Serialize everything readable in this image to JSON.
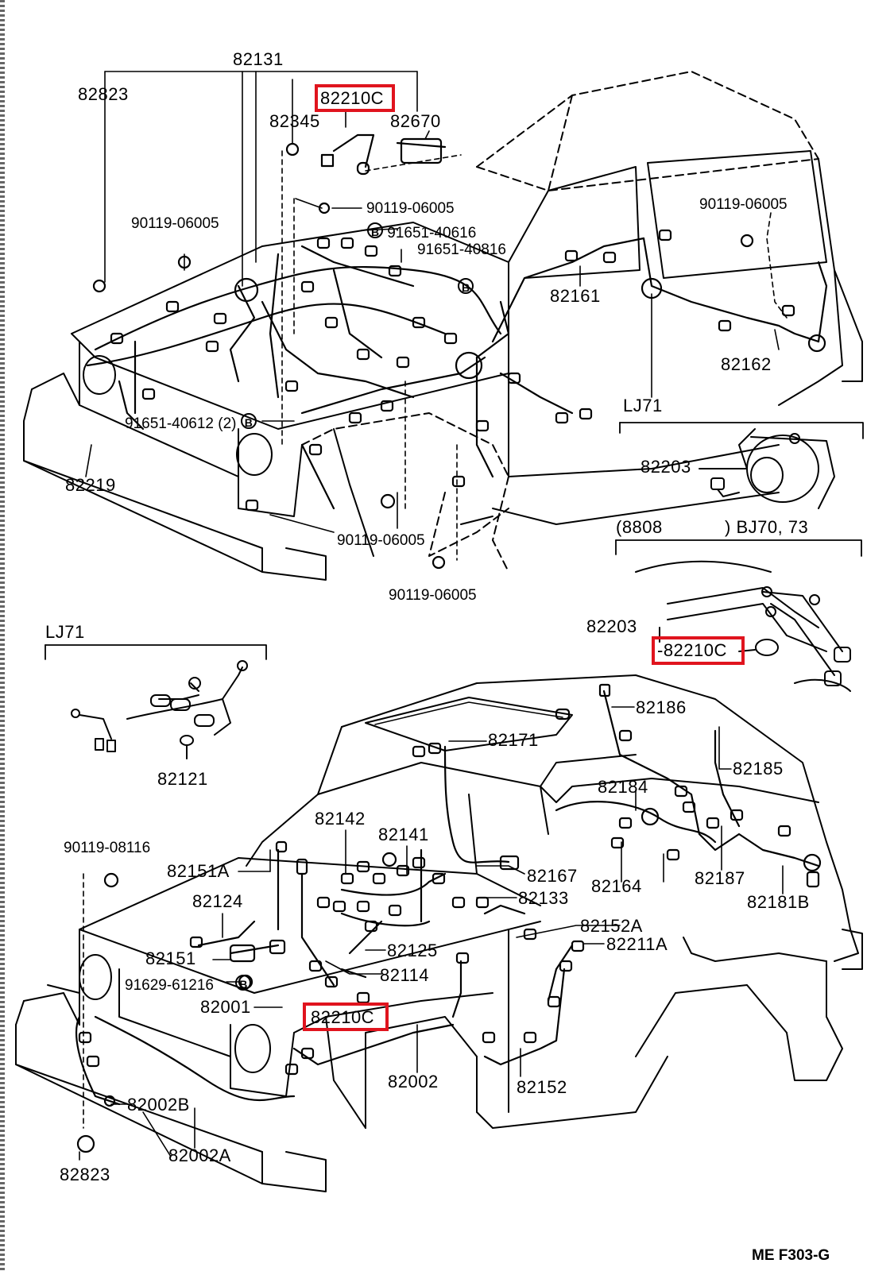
{
  "top": {
    "p82131": "82131",
    "p82823": "82823",
    "p82210C": "82210C",
    "p82345": "82345",
    "p82670": "82670",
    "p90119_a": "90119-06005",
    "p90119_b": "90119-06005",
    "p90119_c": "90119-06005",
    "p90119_d": "90119-06005",
    "p90119_e": "90119-06005",
    "p91651_a": "91651-40616",
    "p91651_b": "91651-40816",
    "p82161": "82161",
    "p82162": "82162",
    "p91651_c": "91651-40612",
    "qty2": "(2)",
    "p82219": "82219",
    "clamp_letter": "B"
  },
  "inset_lj71_right": {
    "title": "LJ71",
    "p82203": "82203"
  },
  "inset_bj": {
    "date_open": "(8808",
    "models": ") BJ70, 73",
    "p82203": "82203",
    "p82210C": "-82210C"
  },
  "inset_lj71_left": {
    "title": "LJ71",
    "p82121": "82121"
  },
  "bottom": {
    "p82186": "82186",
    "p82171": "82171",
    "p82185": "82185",
    "p82184": "82184",
    "p82142": "82142",
    "p82141": "82141",
    "p90119_08116": "90119-08116",
    "p82151A": "82151A",
    "p82167": "82167",
    "p82124": "82124",
    "p82133": "82133",
    "p82164": "82164",
    "p82187": "82187",
    "p82181B": "82181B",
    "p82152A": "82152A",
    "p82211A": "82211A",
    "p82151": "82151",
    "p82125": "82125",
    "p82114": "82114",
    "p91629": "91629-61216",
    "p82001": "82001",
    "p82210C": "82210C",
    "p82002": "82002",
    "p82152": "82152",
    "p82002B": "82002B",
    "p82002A": "82002A",
    "p82823": "82823"
  },
  "footer": "ME  F303-G",
  "highlight_color": "#e0141e"
}
